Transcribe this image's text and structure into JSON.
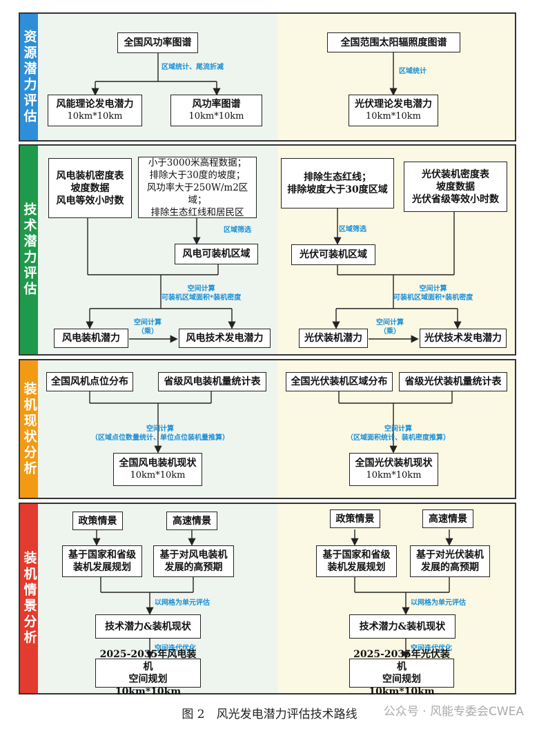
{
  "sections": {
    "s1": {
      "title": "资源潜力评估",
      "color": "#2e8fd8"
    },
    "s2": {
      "title": "技术潜力评估",
      "color": "#1f9a4a"
    },
    "s3": {
      "title": "装机现状分析",
      "color": "#f39a14"
    },
    "s4": {
      "title": "装机情景分析",
      "color": "#e33b2e"
    }
  },
  "s1": {
    "wind_map": "全国风功率图谱",
    "wind_label": "区域统计、尾流折减",
    "wind_theory": "风能理论发电潜力",
    "wind_theory_res": "10km*10km",
    "wind_power_map": "风功率图谱",
    "wind_power_map_res": "10km*10km",
    "solar_map": "全国范围太阳辐照度图谱",
    "solar_label": "区域统计",
    "solar_theory": "光伏理论发电潜力",
    "solar_theory_res": "10km*10km"
  },
  "s2": {
    "wind_density_l1": "风电装机密度表",
    "wind_density_l2": "坡度数据",
    "wind_density_l3": "风电等效小时数",
    "wind_excl_l1": "小于3000米高程数据；",
    "wind_excl_l2": "排除大于30度的坡度；",
    "wind_excl_l3": "风功率大于250W/m2区域；",
    "wind_excl_l4": "排除生态红线和居民区",
    "wind_filter_label": "区域筛选",
    "wind_installable": "风电可装机区域",
    "wind_calc_l1": "空间计算",
    "wind_calc_l2": "可装机区域面积*装机密度",
    "wind_capacity": "风电装机潜力",
    "wind_mult_l1": "空间计算",
    "wind_mult_l2": "（乘）",
    "wind_tech": "风电技术发电潜力",
    "solar_excl_l1": "排除生态红线；",
    "solar_excl_l2": "排除坡度大于30度区域",
    "solar_density_l1": "光伏装机密度表",
    "solar_density_l2": "坡度数据",
    "solar_density_l3": "光伏省级等效小时数",
    "solar_filter_label": "区域筛选",
    "solar_installable": "光伏可装机区域",
    "solar_calc_l1": "空间计算",
    "solar_calc_l2": "可装机区域面积*装机密度",
    "solar_capacity": "光伏装机潜力",
    "solar_mult_l1": "空间计算",
    "solar_mult_l2": "（乘）",
    "solar_tech": "光伏技术发电潜力"
  },
  "s3": {
    "wind_points": "全国风机点位分布",
    "wind_stats": "省级风电装机量统计表",
    "wind_calc_l1": "空间计算",
    "wind_calc_l2": "（区域点位数量统计、单位点位装机量推算）",
    "wind_status": "全国风电装机现状",
    "wind_status_res": "10km*10km",
    "solar_regions": "全国光伏装机区域分布",
    "solar_stats": "省级光伏装机量统计表",
    "solar_calc_l1": "空间计算",
    "solar_calc_l2": "（区域面积统计、装机密度推算）",
    "solar_status": "全国光伏装机现状",
    "solar_status_res": "10km*10km"
  },
  "s4": {
    "wind_policy": "政策情景",
    "wind_fast": "高速情景",
    "wind_plan_l1": "基于国家和省级",
    "wind_plan_l2": "装机发展规划",
    "wind_expect_l1": "基于对风电装机",
    "wind_expect_l2": "发展的高预期",
    "wind_grid_label": "以网格为单元评估",
    "wind_combo": "技术潜力&装机现状",
    "wind_iter_label": "空间迭代优化",
    "wind_result_l1": "2025-2035年风电装机",
    "wind_result_l2": "空间规划10km*10km",
    "solar_policy": "政策情景",
    "solar_fast": "高速情景",
    "solar_plan_l1": "基于国家和省级",
    "solar_plan_l2": "装机发展规划",
    "solar_expect_l1": "基于对光伏装机",
    "solar_expect_l2": "发展的高预期",
    "solar_grid_label": "以网格为单元评估",
    "solar_combo": "技术潜力&装机现状",
    "solar_iter_label": "空间迭代优化",
    "solar_result_l1": "2025-2035年光伏装机",
    "solar_result_l2": "空间规划10km*10km"
  },
  "caption": "图 2　风光发电潜力评估技术路线",
  "watermark": "公众号 · 风能专委会CWEA"
}
